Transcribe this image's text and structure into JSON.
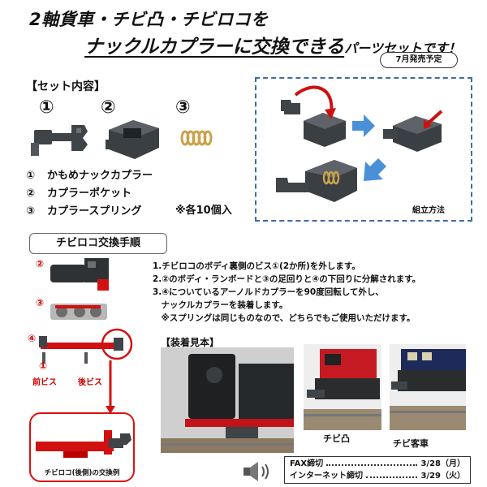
{
  "header": {
    "title_line1": "2軸貨車・チビ凸・チビロコを",
    "title_line2_underlined": "ナックルカプラーに交換できる",
    "title_line2_suffix": "パーツセットです！",
    "release_badge": "7月発売予定"
  },
  "set_contents": {
    "heading": "【セット内容】",
    "numbers": [
      "①",
      "②",
      "③"
    ],
    "items": [
      {
        "num": "①",
        "label": "かもめナックカプラー"
      },
      {
        "num": "②",
        "label": "カプラーポケット"
      },
      {
        "num": "③",
        "label": "カプラースプリング"
      }
    ],
    "quantity_note": "※各10個入"
  },
  "assembly": {
    "label": "組立方法"
  },
  "procedure": {
    "heading": "チビロコ交換手順",
    "steps": [
      "1.チビロコのボディ裏側のビス①(2か所)を外します。",
      "2.②のボディ・ランボードと③の足回りと④の下回りに分解されます。",
      "3.④についているアーノルドカプラーを90度回転して外し、",
      "　ナックルカプラーを装着します。",
      "　※スプリングは同じものなので、どちらでもご使用いただけます。"
    ],
    "callouts": {
      "c2": "②",
      "c3": "③",
      "c4": "④",
      "c1": "①"
    },
    "front_screw": "前ビス",
    "rear_screw": "後ビス",
    "example_caption": "チビロコ(後側)の交換例"
  },
  "mount_example": {
    "heading": "【装着見本】",
    "photo2_label": "チビ凸",
    "photo3_label": "チビ客車"
  },
  "deadlines": [
    {
      "label": "FAX締切",
      "date": "3/28（月）"
    },
    {
      "label": "インターネット締切",
      "date": "3/29（火）"
    }
  ],
  "colors": {
    "accent_red": "#d11111",
    "dashed_blue": "#3a6ea5",
    "arrow_blue": "#4a90d9",
    "part_gray": "#3f4448"
  },
  "icons": [
    "speaker-icon",
    "arrow-right-icon",
    "arrow-down-left-icon",
    "curved-arrow-icon"
  ]
}
